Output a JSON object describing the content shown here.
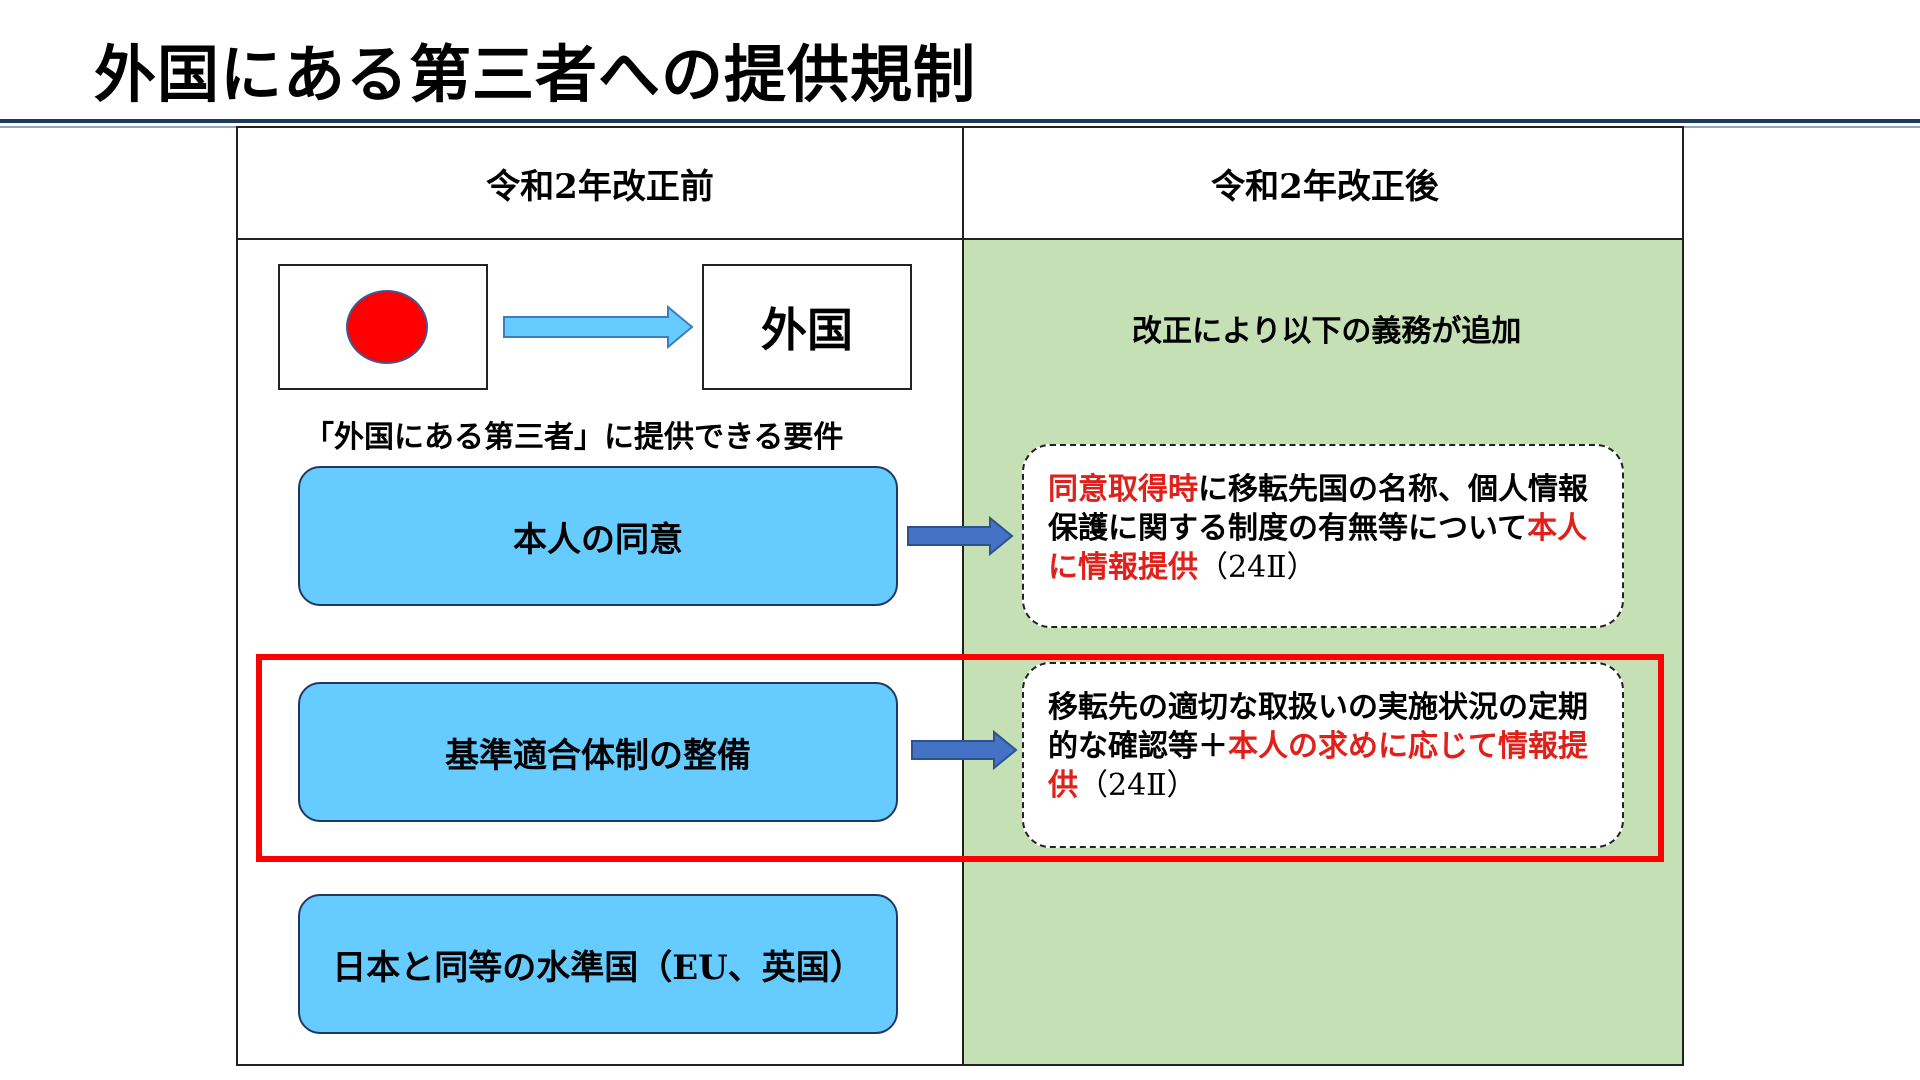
{
  "title": "外国にある第三者への提供規制",
  "table": {
    "header_left": "令和2年改正前",
    "header_right": "令和2年改正後"
  },
  "left": {
    "foreign_label": "外国",
    "requirements_label": "「外国にある第三者」に提供できる要件",
    "requirements": [
      "本人の同意",
      "基準適合体制の整備",
      "日本と同等の水準国（EU、英国）"
    ]
  },
  "right": {
    "added_label": "改正により以下の義務が追加",
    "note1": {
      "p1": "同意取得時",
      "p2": "に移転先国の名称、個人情報保護に関する制度の有無等について",
      "p3": "本人に情報提供",
      "p4": "（24Ⅱ）"
    },
    "note2": {
      "p1": "移転先の適切な取扱いの実施状況の定期的な確認等＋",
      "p2": "本人の求めに応じて情報提供",
      "p3": "（24Ⅱ）"
    }
  },
  "colors": {
    "accent_red": "#e0201b",
    "box_blue": "#66ccff",
    "after_bg": "#c5e0b4",
    "arrow_light": "#66ccff",
    "arrow_dark": "#4472c4"
  }
}
